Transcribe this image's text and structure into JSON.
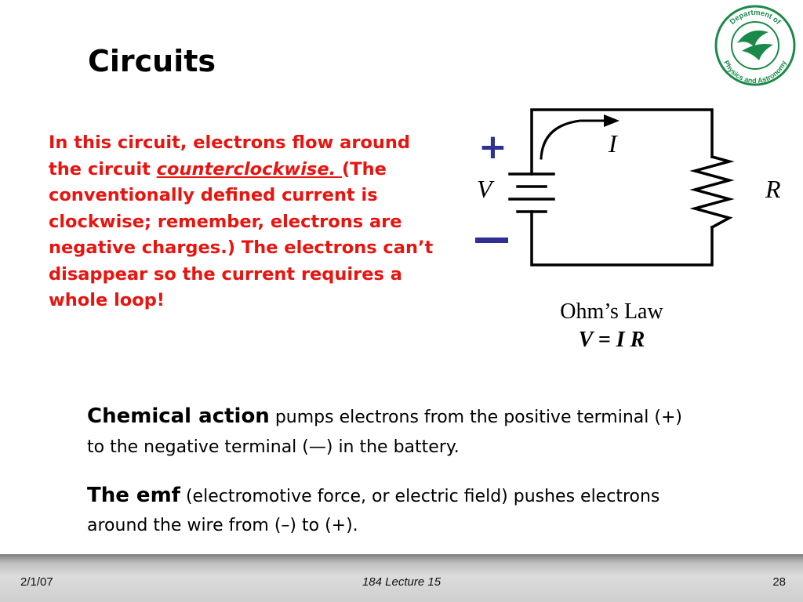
{
  "slide": {
    "title": "Circuits",
    "logo": {
      "text_top": "Department of",
      "text_bottom": "Physics and Astronomy",
      "icon": "department-logo-seal",
      "color": "#1a8a4a"
    },
    "red_paragraph": {
      "part1": "In this circuit, electrons flow around the circuit ",
      "emphasis": "counterclockwise. ",
      "part2": "(The conventionally defined current is clockwise; remember, electrons are negative charges.) The electrons can’t disappear so the current requires a whole loop!",
      "color": "#e8140f"
    },
    "circuit": {
      "plus_sign": "+",
      "minus_sign": "—",
      "voltage_label": "V",
      "current_label": "I",
      "resistor_label": "R",
      "sign_color": "#2e3192"
    },
    "ohms_law": {
      "heading": "Ohm’s Law",
      "equation": "V = I R"
    },
    "paragraph1": {
      "lead": "Chemical action",
      "text": "pumps electrons from the positive terminal (+) to the negative terminal (—) in the battery."
    },
    "paragraph2": {
      "lead": "The emf",
      "text": "(electromotive force, or electric field) pushes electrons around the wire from (–) to (+)."
    }
  },
  "footer": {
    "date": "2/1/07",
    "center": "184 Lecture 15",
    "page_number": "28"
  }
}
